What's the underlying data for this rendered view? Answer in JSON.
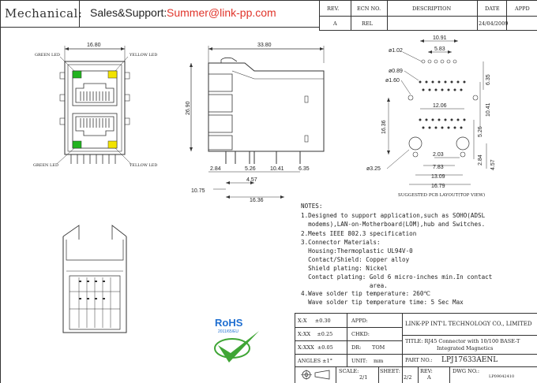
{
  "header": {
    "title": "Mechanical:",
    "support_label": "Sales&Support:",
    "support_email": "Summer@link-pp.com"
  },
  "revision_table": {
    "headers": [
      "REV.",
      "ECN NO.",
      "DESCRIPTION",
      "DATE",
      "APPD"
    ],
    "row": [
      "A",
      "REL",
      "",
      "24/04/2009",
      ""
    ]
  },
  "drawings": {
    "front_view": {
      "width_dim": "16.80",
      "labels": {
        "green_led_top": "GREEN LED",
        "yellow_led_top": "YELLOW LED",
        "green_led_bottom": "GREEN LED",
        "yellow_led_bottom": "YELLOW LED"
      },
      "colors": {
        "green": "#22b31f",
        "yellow": "#f2e300"
      }
    },
    "side_view": {
      "dims": {
        "length": "33.80",
        "height": "26.90",
        "d1": "2.84",
        "d2": "5.26",
        "d3": "10.41",
        "d4": "6.35",
        "d5": "4.57",
        "d6": "10.75",
        "d7": "16.36"
      }
    },
    "pcb_layout": {
      "caption": "SUGGESTED PCB LAYOUT(TOP VIEW)",
      "dims": {
        "top_width": "10.91",
        "top_inner": "5.83",
        "hole1": "ø1.02",
        "hole2": "ø0.89",
        "hole3": "ø1.60",
        "right1": "6.35",
        "right2": "10.41",
        "mid_width": "12.06",
        "left_height": "16.36",
        "right3": "5.26",
        "hole4": "ø3.25",
        "b1": "2.03",
        "b2": "7.83",
        "b3": "13.09",
        "b4": "16.79",
        "r4": "2.84",
        "r5": "4.57"
      }
    }
  },
  "notes": {
    "title": "NOTES:",
    "lines": [
      "1.Designed to support application,such as SOHO(ADSL",
      "  modems),LAN-on-Motherboard(LOM),hub and Switches.",
      "2.Meets IEEE 802.3 specification",
      "3.Connector Materials:",
      "  Housing:Thermoplastic UL94V-0",
      "  Contact/Shield: Copper alloy",
      "  Shield plating: Nickel",
      "  Contact plating: Gold 6 micro-inches min.In contact",
      "                   area.",
      "4.Wave solder tip temperature: 260℃",
      "  Wave solder tip temperature time: 5 Sec Max"
    ]
  },
  "rohs": {
    "text": "RoHS",
    "subtext": "2011/65/EU",
    "colors": {
      "text": "#1f6fd1",
      "check": "#3fa535"
    }
  },
  "title_block": {
    "tol1": "X:X     ±0.30",
    "tol2": "X:XX    ±0.25",
    "tol3": "X:XXX  ±0.05",
    "angles": "ANGLES ±1°",
    "appd": "APPD:",
    "chkd": "CHKD:",
    "dr_label": "DR:",
    "dr_value": "TOM",
    "unit_label": "UNIT:",
    "unit_value": "mm",
    "company": "LINK-PP INT'L TECHNOLOGY CO., LIMITED",
    "title_line1": "TITLE: RJ45 Connector with 10/100 BASE-T",
    "title_line2": "Integrated Magnetics",
    "part_label": "PART NO.:",
    "part_value": "LPJ17633AENL",
    "scale_label": "SCALE:",
    "scale_value": "2/1",
    "sheet_label": "SHEET:",
    "sheet_value": "2/2",
    "rev_label": "REV:",
    "rev_value": "A",
    "dwg_label": "DWG NO.:",
    "dwg_value": "LP09042410"
  }
}
